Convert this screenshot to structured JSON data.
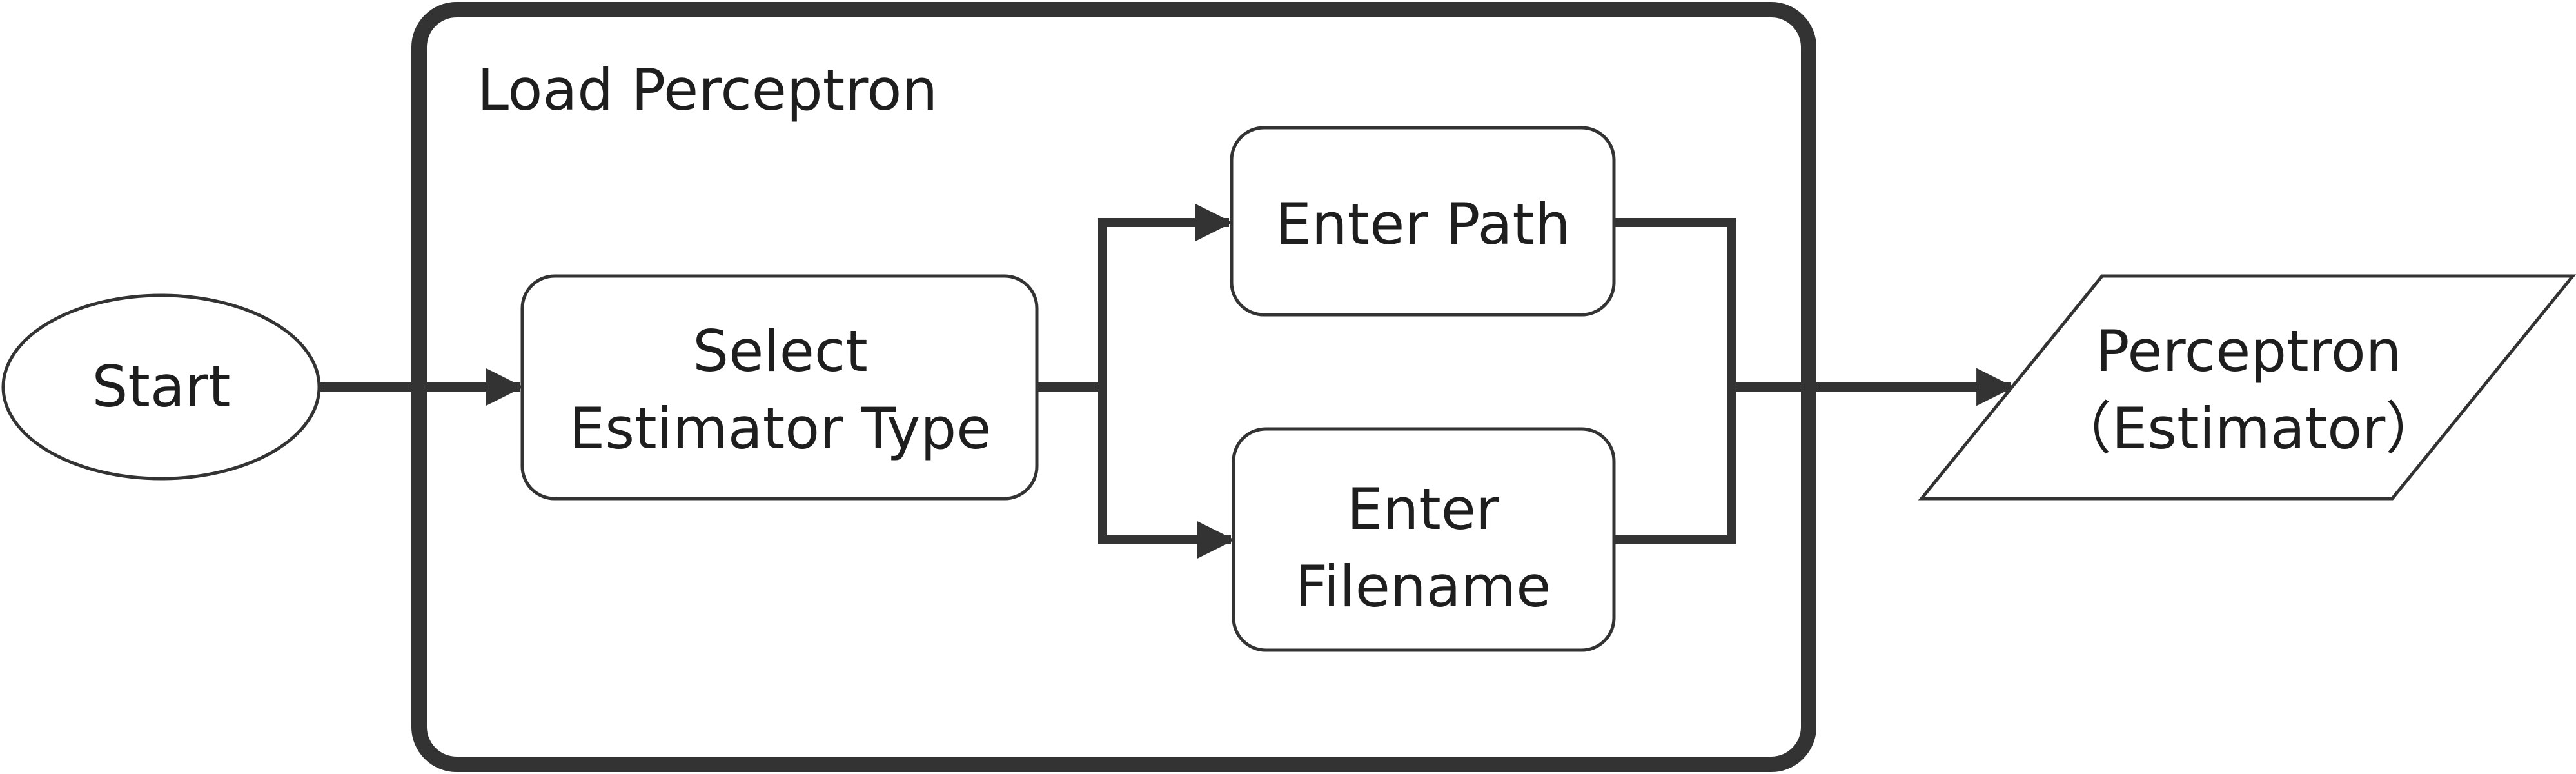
{
  "group": {
    "title": "Load Perceptron"
  },
  "nodes": {
    "start": {
      "label": "Start"
    },
    "select_estimator": {
      "line1": "Select",
      "line2": "Estimator Type"
    },
    "enter_path": {
      "label": "Enter Path"
    },
    "enter_filename": {
      "line1": "Enter",
      "line2": "Filename"
    },
    "output": {
      "line1": "Perceptron",
      "line2": "（Estimator）"
    }
  },
  "colors": {
    "stroke": "#333333",
    "fill": "#ffffff",
    "text": "#1e1e1e"
  }
}
